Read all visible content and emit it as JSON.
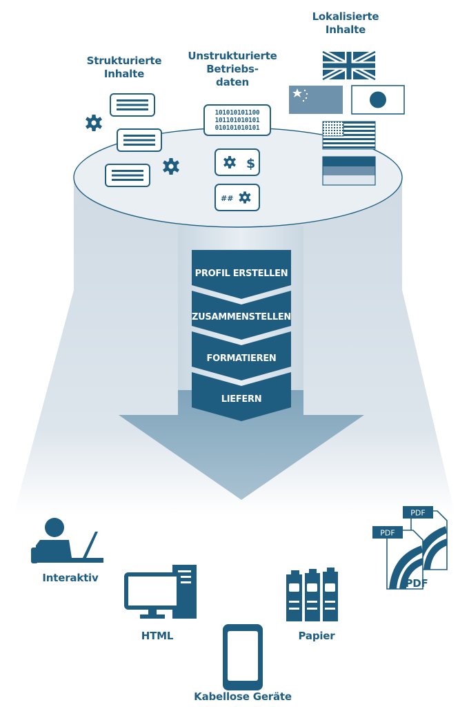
{
  "labels": {
    "structured": "Strukturierte\nInhalte",
    "unstructured": "Unstrukturierte\nBetriebs-\ndaten",
    "localized": "Lokalisierte\nInhalte",
    "interactive": "Interaktiv",
    "html": "HTML",
    "wireless": "Kabellose Geräte",
    "paper": "Papier",
    "pdf": "PDF"
  },
  "binary_lines": [
    "101010101100",
    "101101010101",
    "010101010101"
  ],
  "symbols": {
    "dollar": "$",
    "hash": "##"
  },
  "pdf_tag": "PDF",
  "steps": [
    "PROFIL ERSTELLEN",
    "ZUSAMMENSTELLEN",
    "FORMATIEREN",
    "LIEFERN"
  ],
  "colors": {
    "primary": "#1f5d80",
    "flag_blue": "#6b8fa8",
    "disk_fill": "#e9eef3",
    "funnel": "#d8e1e8",
    "arrow": "#8fb0c5"
  },
  "icons": [
    "gear-icon",
    "document-icon",
    "flag-icon",
    "person-laptop-icon",
    "monitor-tower-icon",
    "tablet-icon",
    "binders-icon",
    "pdf-file-icon"
  ]
}
